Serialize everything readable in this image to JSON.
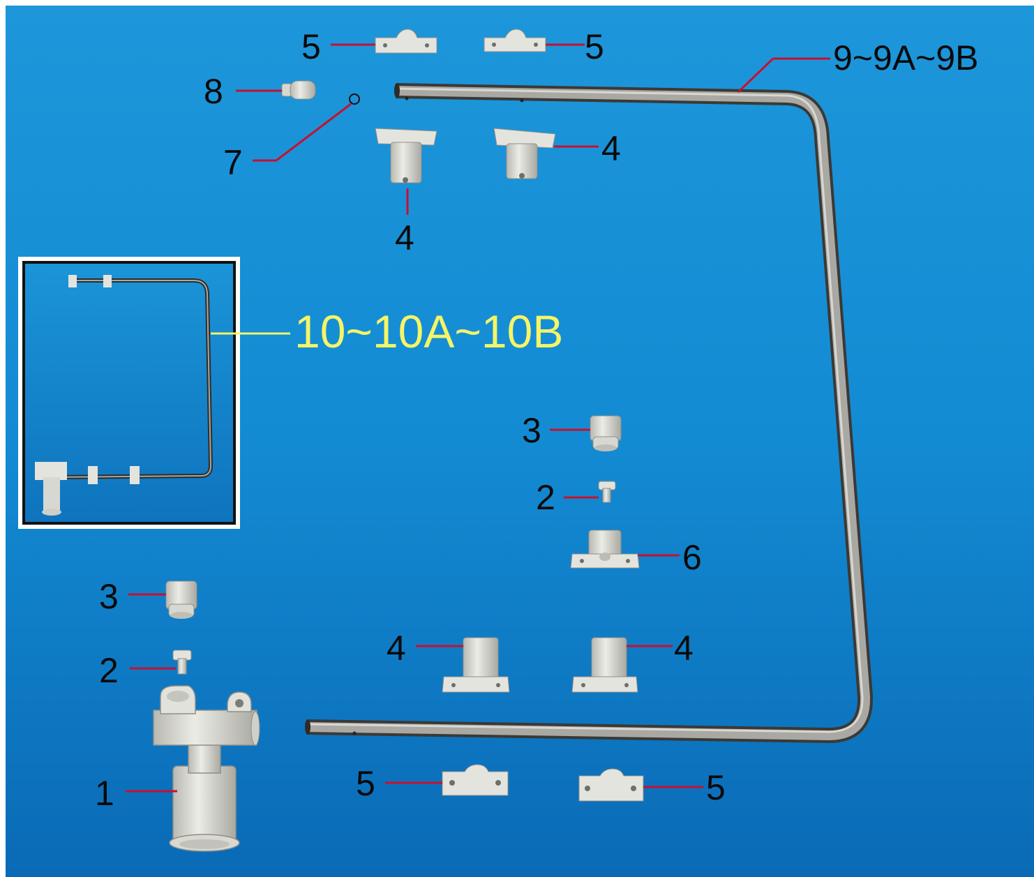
{
  "labels": {
    "part_1": "1",
    "part_2_left": "2",
    "part_2_right": "2",
    "part_3_left": "3",
    "part_3_right": "3",
    "part_4_top_left": "4",
    "part_4_top_right": "4",
    "part_4_bottom_left": "4",
    "part_4_bottom_right": "4",
    "part_5_top_left": "5",
    "part_5_top_right": "5",
    "part_5_bottom_left": "5",
    "part_5_bottom_right": "5",
    "part_6": "6",
    "part_7": "7",
    "part_8": "8",
    "part_9": "9~9A~9B",
    "part_10": "10~10A~10B"
  },
  "colors": {
    "background_top": "#1a8fd6",
    "background_bottom": "#0d6fbb",
    "leader_line": "#c8102e",
    "inset_leader": "#f5f566",
    "part_plastic": "#dcdcd4",
    "tube_metal": "#8a8a88"
  }
}
